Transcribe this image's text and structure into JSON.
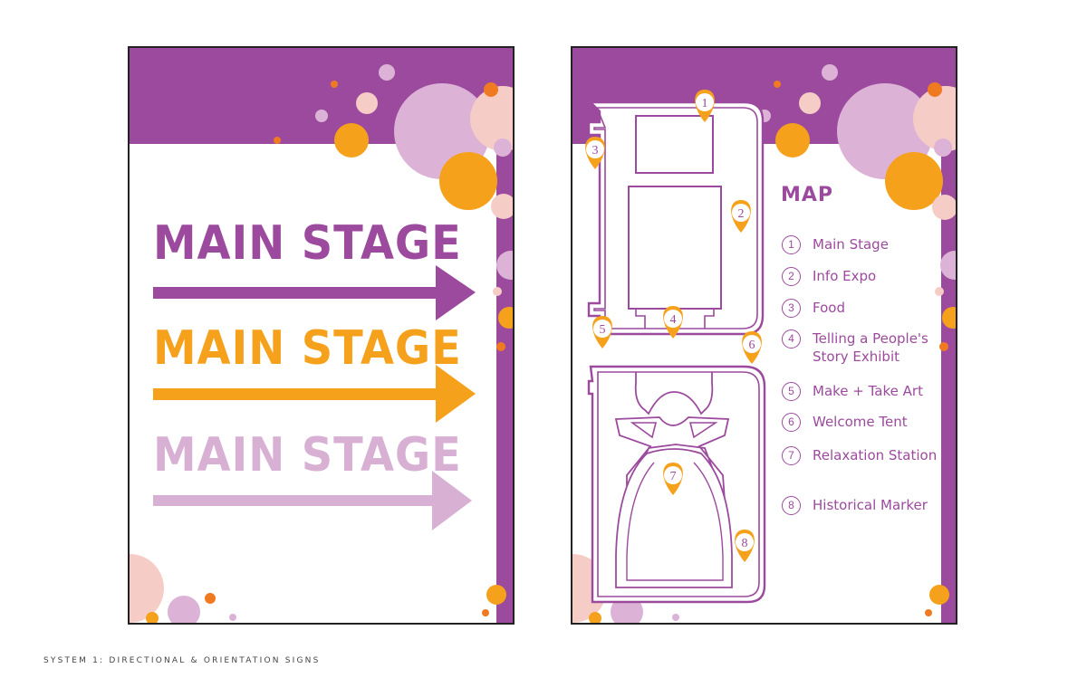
{
  "colors": {
    "purple": "#9c4a9d",
    "orange": "#f5a11c",
    "lilac": "#d8b0d4",
    "pink": "#f6ccc6",
    "light_purple": "#dcb3d6",
    "dark_orange": "#f07a22"
  },
  "directional_sign": {
    "lines": [
      {
        "label": "MAIN STAGE",
        "color": "#9c4a9d",
        "arrow": "right-arrow"
      },
      {
        "label": "MAIN STAGE",
        "color": "#f5a11c",
        "arrow": "right-arrow"
      },
      {
        "label": "MAIN STAGE",
        "color": "#d8b0d4",
        "arrow": "right-arrow"
      }
    ]
  },
  "map_sign": {
    "title": "MAP",
    "legend": [
      {
        "num": "1",
        "label": "Main Stage"
      },
      {
        "num": "2",
        "label": "Info Expo"
      },
      {
        "num": "3",
        "label": "Food"
      },
      {
        "num": "4",
        "label": "Telling a People's Story Exhibit"
      },
      {
        "num": "5",
        "label": "Make + Take Art"
      },
      {
        "num": "6",
        "label": "Welcome Tent"
      },
      {
        "num": "7",
        "label": "Relaxation Station"
      },
      {
        "num": "8",
        "label": "Historical Marker"
      }
    ],
    "pins": [
      "1",
      "2",
      "3",
      "4",
      "5",
      "6",
      "7",
      "8"
    ]
  },
  "caption": "SYSTEM 1:  DIRECTIONAL & ORIENTATION SIGNS"
}
